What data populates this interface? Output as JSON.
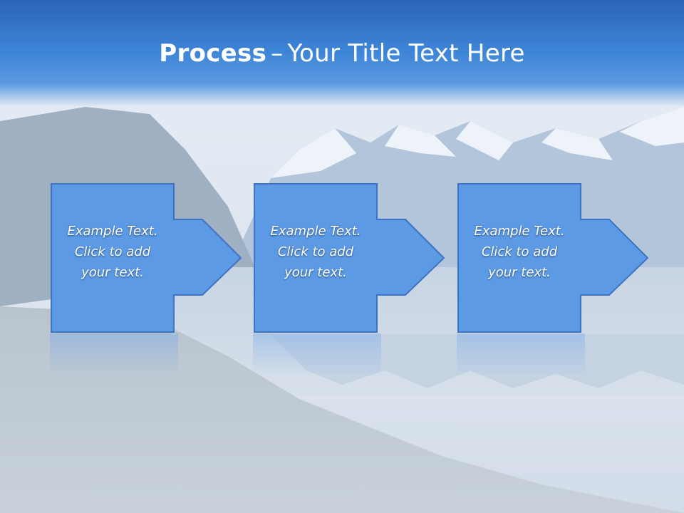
{
  "slide": {
    "title_bold": "Process",
    "title_separator": "–",
    "title_rest": "Your Title Text Here"
  },
  "steps": [
    {
      "line1": "Example Text.",
      "line2": "Click  to add",
      "line3": "your text."
    },
    {
      "line1": "Example Text.",
      "line2": "Click  to add",
      "line3": "your text."
    },
    {
      "line1": "Example Text.",
      "line2": "Click  to add",
      "line3": "your text."
    }
  ],
  "colors": {
    "title_band": "#2a64b8",
    "step_fill": "#5c9ae6",
    "step_border": "#3e73c4",
    "title_text": "#ffffff",
    "step_text": "#ffffff"
  }
}
